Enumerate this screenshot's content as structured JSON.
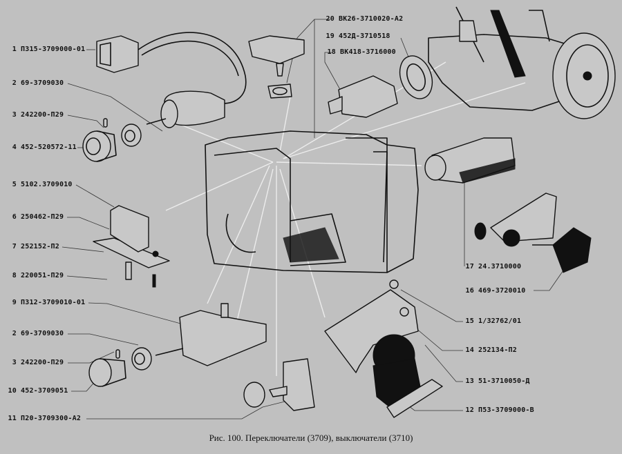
{
  "caption": "Рис. 100. Переключатели (3709), выключатели (3710)",
  "parts": [
    {
      "num": "1",
      "code": "П315-3709000-01"
    },
    {
      "num": "2",
      "code": "69-3709030"
    },
    {
      "num": "3",
      "code": "242200-П29"
    },
    {
      "num": "4",
      "code": "452-520572-11"
    },
    {
      "num": "5",
      "code": "5102.3709010"
    },
    {
      "num": "6",
      "code": "250462-П29"
    },
    {
      "num": "7",
      "code": "252152-П2"
    },
    {
      "num": "8",
      "code": "220051-П29"
    },
    {
      "num": "9",
      "code": "П312-3709010-01"
    },
    {
      "num": "2",
      "code": "69-3709030"
    },
    {
      "num": "3",
      "code": "242200-П29"
    },
    {
      "num": "10",
      "code": "452-3709051"
    },
    {
      "num": "11",
      "code": "П20-3709300-А2"
    },
    {
      "num": "12",
      "code": "П53-3709000-В"
    },
    {
      "num": "13",
      "code": "51-3710050-Д"
    },
    {
      "num": "14",
      "code": "252134-П2"
    },
    {
      "num": "15",
      "code": "1/32762/01"
    },
    {
      "num": "16",
      "code": "469-3720010"
    },
    {
      "num": "17",
      "code": "24.3710000"
    },
    {
      "num": "18",
      "code": "ВК418-3716000"
    },
    {
      "num": "19",
      "code": "452Д-3710518"
    },
    {
      "num": "20",
      "code": "ВК26-3710020-А2"
    }
  ]
}
